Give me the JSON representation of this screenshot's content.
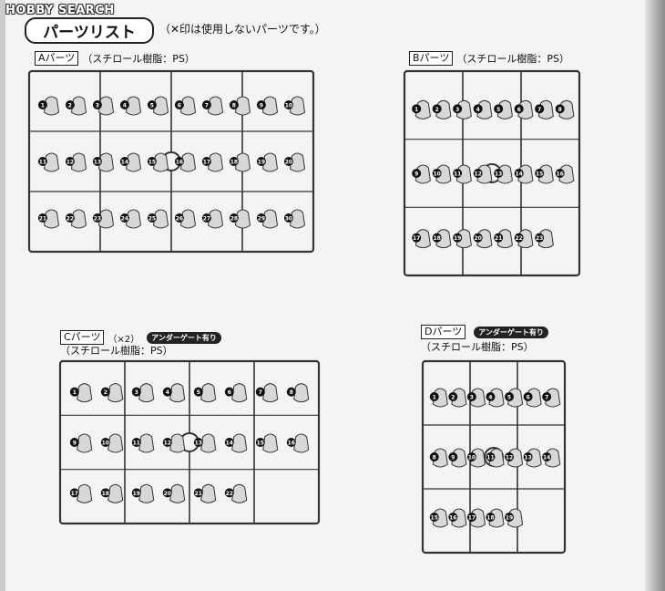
{
  "watermark": "HOBBY SEARCH",
  "title": "パーツリスト",
  "title_note": "（✕印は使用しないパーツです。）",
  "sections": [
    {
      "id": "A",
      "label": "Aパーツ",
      "material": "（スチロール樹脂：PS）",
      "count": "",
      "badge": "",
      "numbers": [
        "1",
        "2",
        "3",
        "4",
        "5",
        "6",
        "7",
        "8",
        "9",
        "10",
        "11",
        "12",
        "13",
        "14",
        "15",
        "16",
        "17",
        "18",
        "19",
        "20",
        "21",
        "22",
        "23",
        "24",
        "25",
        "26",
        "27",
        "28",
        "29",
        "30"
      ]
    },
    {
      "id": "B",
      "label": "Bパーツ",
      "material": "（スチロール樹脂：PS）",
      "count": "",
      "badge": "",
      "numbers": [
        "1",
        "2",
        "3",
        "4",
        "5",
        "6",
        "7",
        "8",
        "9",
        "10",
        "11",
        "12",
        "13",
        "14",
        "15",
        "16",
        "17",
        "18",
        "19",
        "20",
        "21",
        "22",
        "23"
      ]
    },
    {
      "id": "C",
      "label": "Cパーツ",
      "material": "（スチロール樹脂：PS）",
      "count": "（×2）",
      "badge": "アンダーゲート有り",
      "numbers": [
        "1",
        "2",
        "3",
        "4",
        "5",
        "6",
        "7",
        "8",
        "9",
        "10",
        "11",
        "12",
        "13",
        "14",
        "15",
        "16",
        "17",
        "18",
        "19",
        "20",
        "21",
        "22"
      ]
    },
    {
      "id": "D",
      "label": "Dパーツ",
      "material": "（スチロール樹脂：PS）",
      "count": "",
      "badge": "アンダーゲート有り",
      "numbers": [
        "1",
        "2",
        "3",
        "4",
        "5",
        "6",
        "7",
        "8",
        "9",
        "10",
        "11",
        "12",
        "13",
        "14",
        "15",
        "16",
        "17",
        "18",
        "19"
      ]
    }
  ]
}
